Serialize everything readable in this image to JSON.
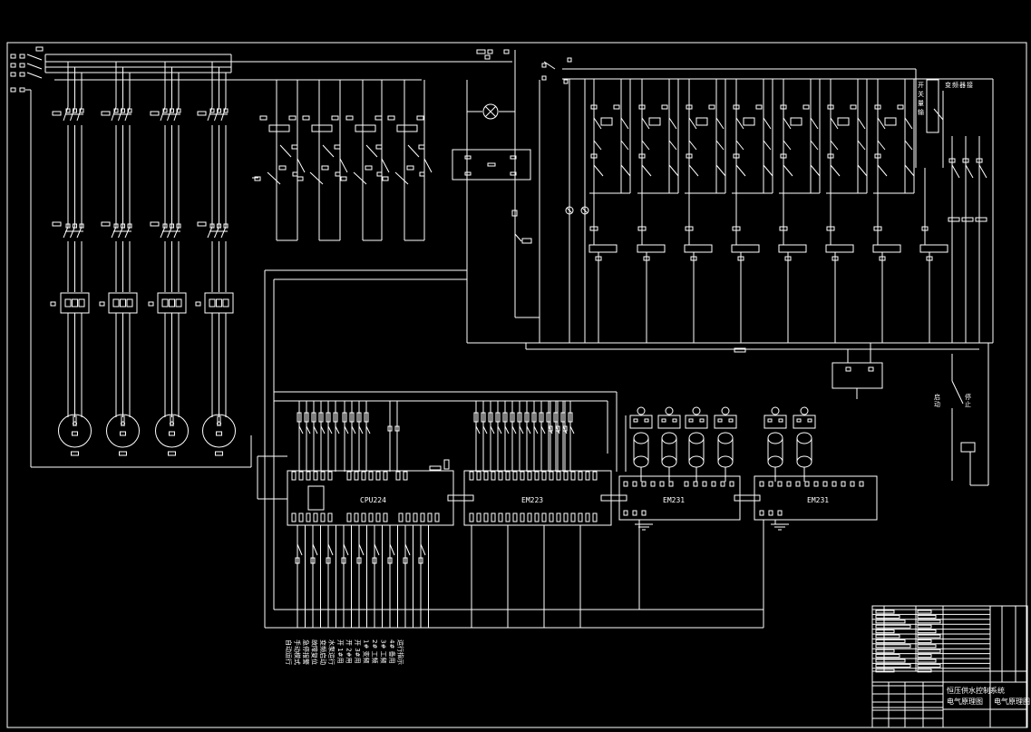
{
  "modules": {
    "cpu": "CPU224",
    "em223": "EM223",
    "em231a": "EM231",
    "em231b": "EM231"
  },
  "output_labels": [
    "自动运行",
    "手动模式",
    "急停报警",
    "故障复位",
    "变频启动",
    "水泵运行",
    "开 1#用",
    "开 2#用",
    "开 3#用",
    "1# 变频",
    "2# 工频",
    "3# 工频",
    "4# 备用",
    "运行指示"
  ],
  "title_block": {
    "project": "恒压供水控制系统",
    "subtitle": "电气原理图",
    "drawing_name": "电气原理图"
  },
  "colors": {
    "background": "#000000",
    "lines": "#ffffff"
  }
}
